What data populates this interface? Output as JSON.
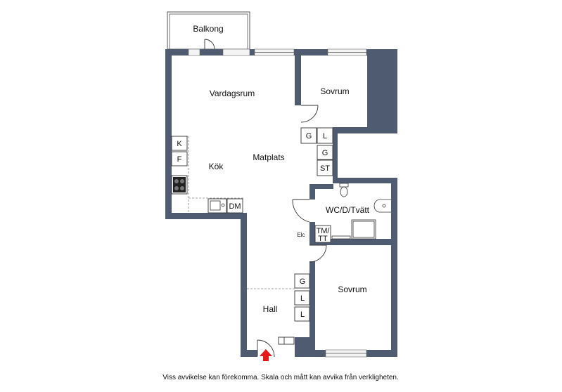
{
  "colors": {
    "wall": "#4f5b71",
    "window": "#f4f4f4",
    "line": "#333333",
    "arrow": "#e8191a",
    "background": "#ffffff"
  },
  "rooms": {
    "balcony": "Balkong",
    "living": "Vardagsrum",
    "bedroom_top": "Sovrum",
    "kitchen": "Kök",
    "dining": "Matplats",
    "bathroom": "WC/D/Tvätt",
    "bedroom_bottom": "Sovrum",
    "hall": "Hall"
  },
  "fixtures": {
    "g_top": "G",
    "l_top": "L",
    "g_mid": "G",
    "st": "ST",
    "k": "K",
    "f": "F",
    "dm": "DM",
    "elc": "Elc",
    "tm": "TM/",
    "tt": "TT",
    "g_hall": "G",
    "l_hall_1": "L",
    "l_hall_2": "L"
  },
  "entrance_icon": "red-arrow-entrance-icon",
  "disclaimer": "Viss avvikelse kan förekomma. Skala och mått kan avvika från verkligheten."
}
